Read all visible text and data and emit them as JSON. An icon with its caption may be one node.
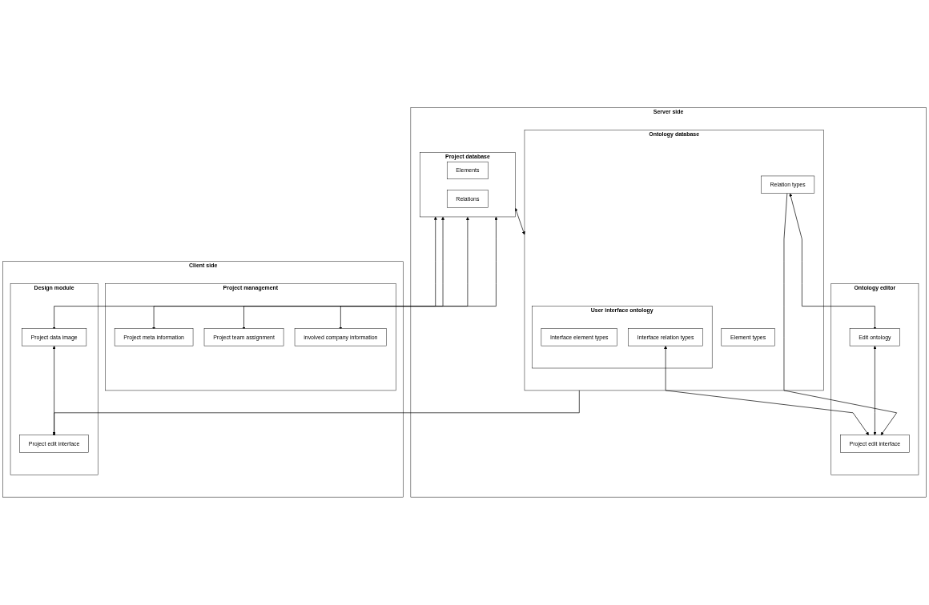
{
  "diagram": {
    "nodes": [
      {
        "text": [
          "Server side"
        ]
      },
      {
        "text": [
          "Project database"
        ],
        "in": 0
      },
      {
        "text": [
          "Elements"
        ],
        "in": 1
      },
      {
        "text": [
          "Relations"
        ],
        "in": 1
      },
      {
        "text": [
          "Ontology database"
        ],
        "in": 0
      },
      {
        "text": [
          "Element types"
        ],
        "in": 4
      },
      {
        "text": [
          "Relation types"
        ],
        "in": 4
      },
      {
        "text": [
          "User interface ontology"
        ],
        "in": 4
      },
      {
        "text": [
          "Interface element types"
        ],
        "in": 7
      },
      {
        "text": [
          "Interface relation types"
        ],
        "in": 7
      },
      {
        "text": [
          "Ontology editor"
        ],
        "in": 0
      },
      {
        "text": [
          "Edit ontology"
        ],
        "in": 10
      },
      {
        "text": [
          "Project edit interface"
        ],
        "in": 10
      },
      {
        "text": [
          "Client side"
        ]
      },
      {
        "text": [
          "Project management"
        ],
        "in": 13
      },
      {
        "text": [
          "Project meta information"
        ],
        "in": 14
      },
      {
        "text": [
          "Project team assignment"
        ],
        "in": 14
      },
      {
        "text": [
          "involved company information"
        ],
        "in": 14
      },
      {
        "text": [
          "Design module"
        ],
        "in": 13
      },
      {
        "text": [
          "Project data image"
        ],
        "in": 18
      },
      {
        "text": [
          "Project edit interface"
        ],
        "in": 18
      }
    ],
    "edges": [
      {
        "from": 1,
        "to": 4,
        "arrow": "both"
      },
      {
        "from": 6,
        "to": 11,
        "arrow": "both"
      },
      {
        "from": 6,
        "to": 12,
        "arrow": "to"
      },
      {
        "from": 11,
        "to": 12,
        "arrow": "both"
      },
      {
        "from": 9,
        "to": 12,
        "arrow": "both"
      },
      {
        "from": 4,
        "to": 20,
        "arrow": "to"
      },
      {
        "from": 1,
        "to": 15,
        "arrow": "both"
      },
      {
        "from": 1,
        "to": 16,
        "arrow": "both"
      },
      {
        "from": 1,
        "to": 17,
        "arrow": "both"
      },
      {
        "from": 1,
        "to": 19,
        "arrow": "both"
      },
      {
        "from": 19,
        "to": 20,
        "arrow": "both"
      }
    ]
  }
}
